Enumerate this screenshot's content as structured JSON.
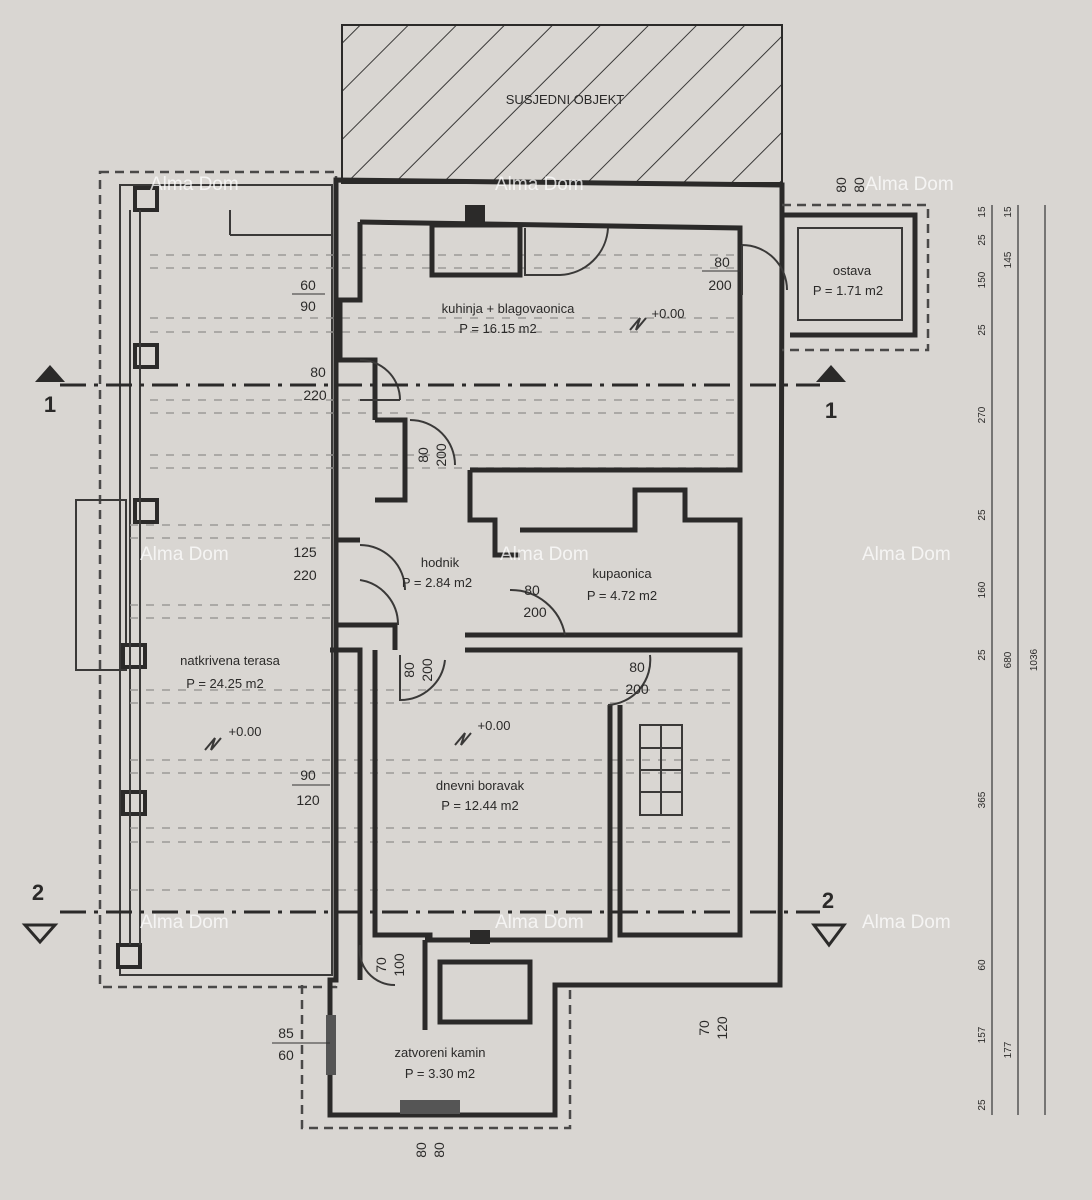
{
  "plan": {
    "neighbor_building": "SUSJEDNI OBJEKT",
    "rooms": [
      {
        "name": "kuhinja + blagovaonica",
        "area": "P = 16.15 m2"
      },
      {
        "name": "ostava",
        "area": "P = 1.71 m2"
      },
      {
        "name": "hodnik",
        "area": "P = 2.84 m2"
      },
      {
        "name": "kupaonica",
        "area": "P = 4.72 m2"
      },
      {
        "name": "natkrivena terasa",
        "area": "P = 24.25 m2"
      },
      {
        "name": "dnevni boravak",
        "area": "P = 12.44 m2"
      },
      {
        "name": "zatvoreni kamin",
        "area": "P = 3.30 m2"
      }
    ],
    "levels": [
      "+0.00",
      "+0.00",
      "+0.00"
    ],
    "openings": [
      {
        "w": "60",
        "h": "90"
      },
      {
        "w": "80",
        "h": "220"
      },
      {
        "w": "80",
        "h": "200"
      },
      {
        "w": "80",
        "h": "80"
      },
      {
        "w": "125",
        "h": "220"
      },
      {
        "w": "80",
        "h": "200"
      },
      {
        "w": "80",
        "h": "200"
      },
      {
        "w": "80",
        "h": "200"
      },
      {
        "w": "80",
        "h": "200"
      },
      {
        "w": "90",
        "h": "120"
      },
      {
        "w": "70",
        "h": "100"
      },
      {
        "w": "85",
        "h": "60"
      },
      {
        "w": "80",
        "h": "80"
      },
      {
        "w": "70",
        "h": "120"
      }
    ],
    "sections": [
      "1",
      "1",
      "2",
      "2"
    ],
    "dimension_chain": [
      "15",
      "25",
      "150",
      "25",
      "270",
      "25",
      "160",
      "25",
      "365",
      "60",
      "157",
      "25"
    ],
    "dimension_chain_2": [
      "15",
      "145",
      "680",
      "177"
    ],
    "dimension_total": "1036",
    "watermark": "Alma Dom"
  }
}
